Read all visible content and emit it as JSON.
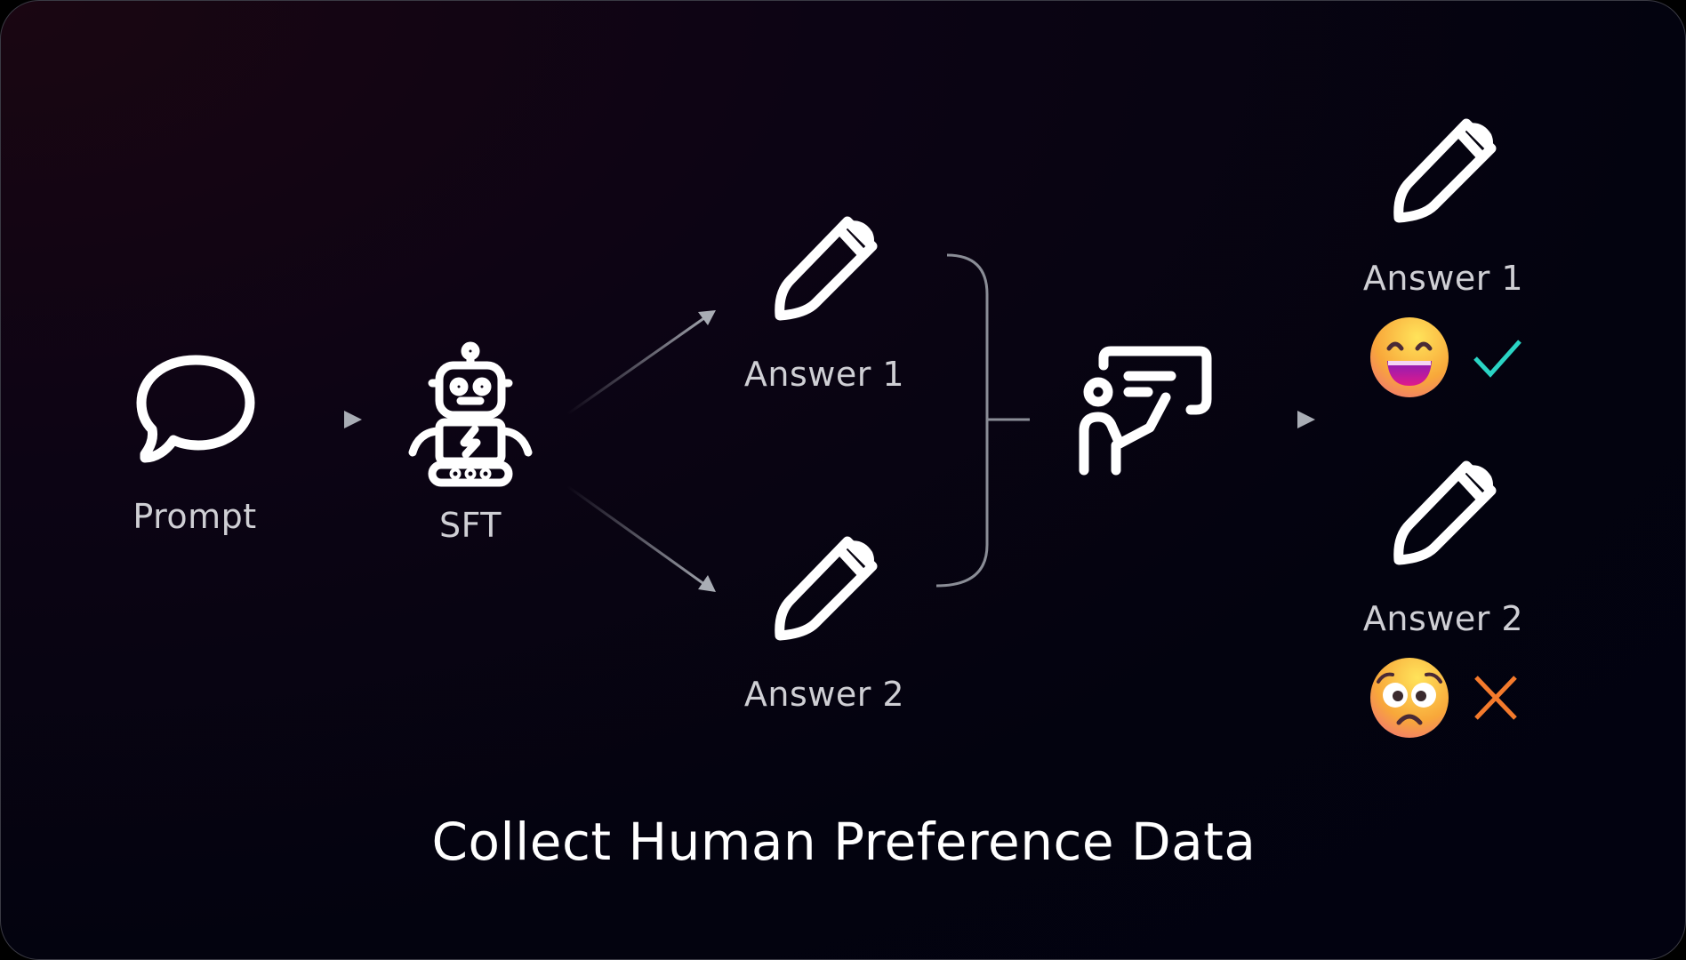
{
  "diagram": {
    "title": "Collect Human Preference Data",
    "nodes": {
      "prompt": {
        "label": "Prompt",
        "icon": "speech-bubble-icon"
      },
      "sft": {
        "label": "SFT",
        "icon": "robot-icon"
      },
      "answer1": {
        "label": "Answer 1",
        "icon": "pencil-icon"
      },
      "answer2": {
        "label": "Answer 2",
        "icon": "pencil-icon"
      },
      "labeler": {
        "icon": "presenter-icon"
      },
      "ranked_answer1": {
        "label": "Answer 1",
        "icon": "pencil-icon",
        "emoji": "grinning-face",
        "verdict": "check-icon"
      },
      "ranked_answer2": {
        "label": "Answer 2",
        "icon": "pencil-icon",
        "emoji": "pleading-sad-face",
        "verdict": "cross-icon"
      }
    },
    "colors": {
      "check": "#2ad4c4",
      "cross": "#f47a2c",
      "label": "#cfcfd4",
      "arrow": "#a9adb5"
    }
  }
}
